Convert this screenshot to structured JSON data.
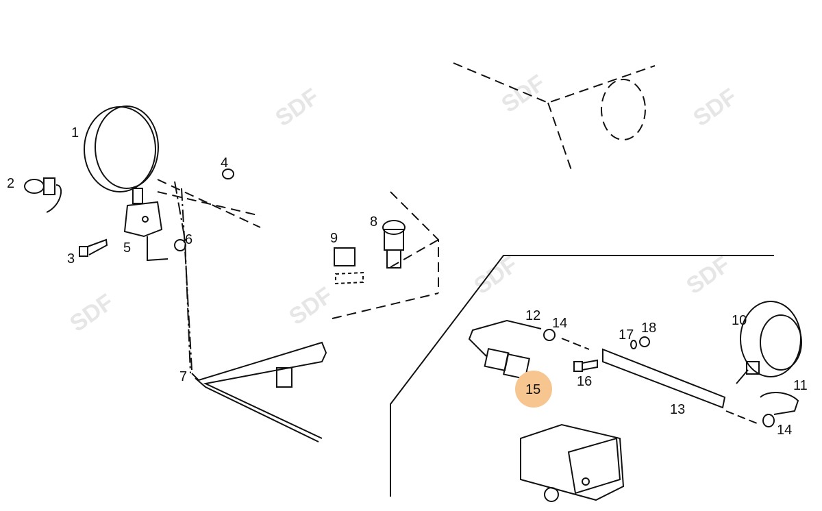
{
  "watermark": "SDF",
  "highlight_color": "#f7c590",
  "callouts": [
    {
      "id": "1",
      "label": "1"
    },
    {
      "id": "2",
      "label": "2"
    },
    {
      "id": "3",
      "label": "3"
    },
    {
      "id": "4",
      "label": "4"
    },
    {
      "id": "5",
      "label": "5"
    },
    {
      "id": "6",
      "label": "6"
    },
    {
      "id": "7",
      "label": "7"
    },
    {
      "id": "8",
      "label": "8"
    },
    {
      "id": "9",
      "label": "9"
    },
    {
      "id": "10",
      "label": "10"
    },
    {
      "id": "11",
      "label": "11"
    },
    {
      "id": "12",
      "label": "12"
    },
    {
      "id": "13",
      "label": "13"
    },
    {
      "id": "14a",
      "label": "14"
    },
    {
      "id": "14b",
      "label": "14"
    },
    {
      "id": "15",
      "label": "15",
      "highlighted": true
    },
    {
      "id": "16",
      "label": "16"
    },
    {
      "id": "17",
      "label": "17"
    },
    {
      "id": "18",
      "label": "18"
    }
  ]
}
